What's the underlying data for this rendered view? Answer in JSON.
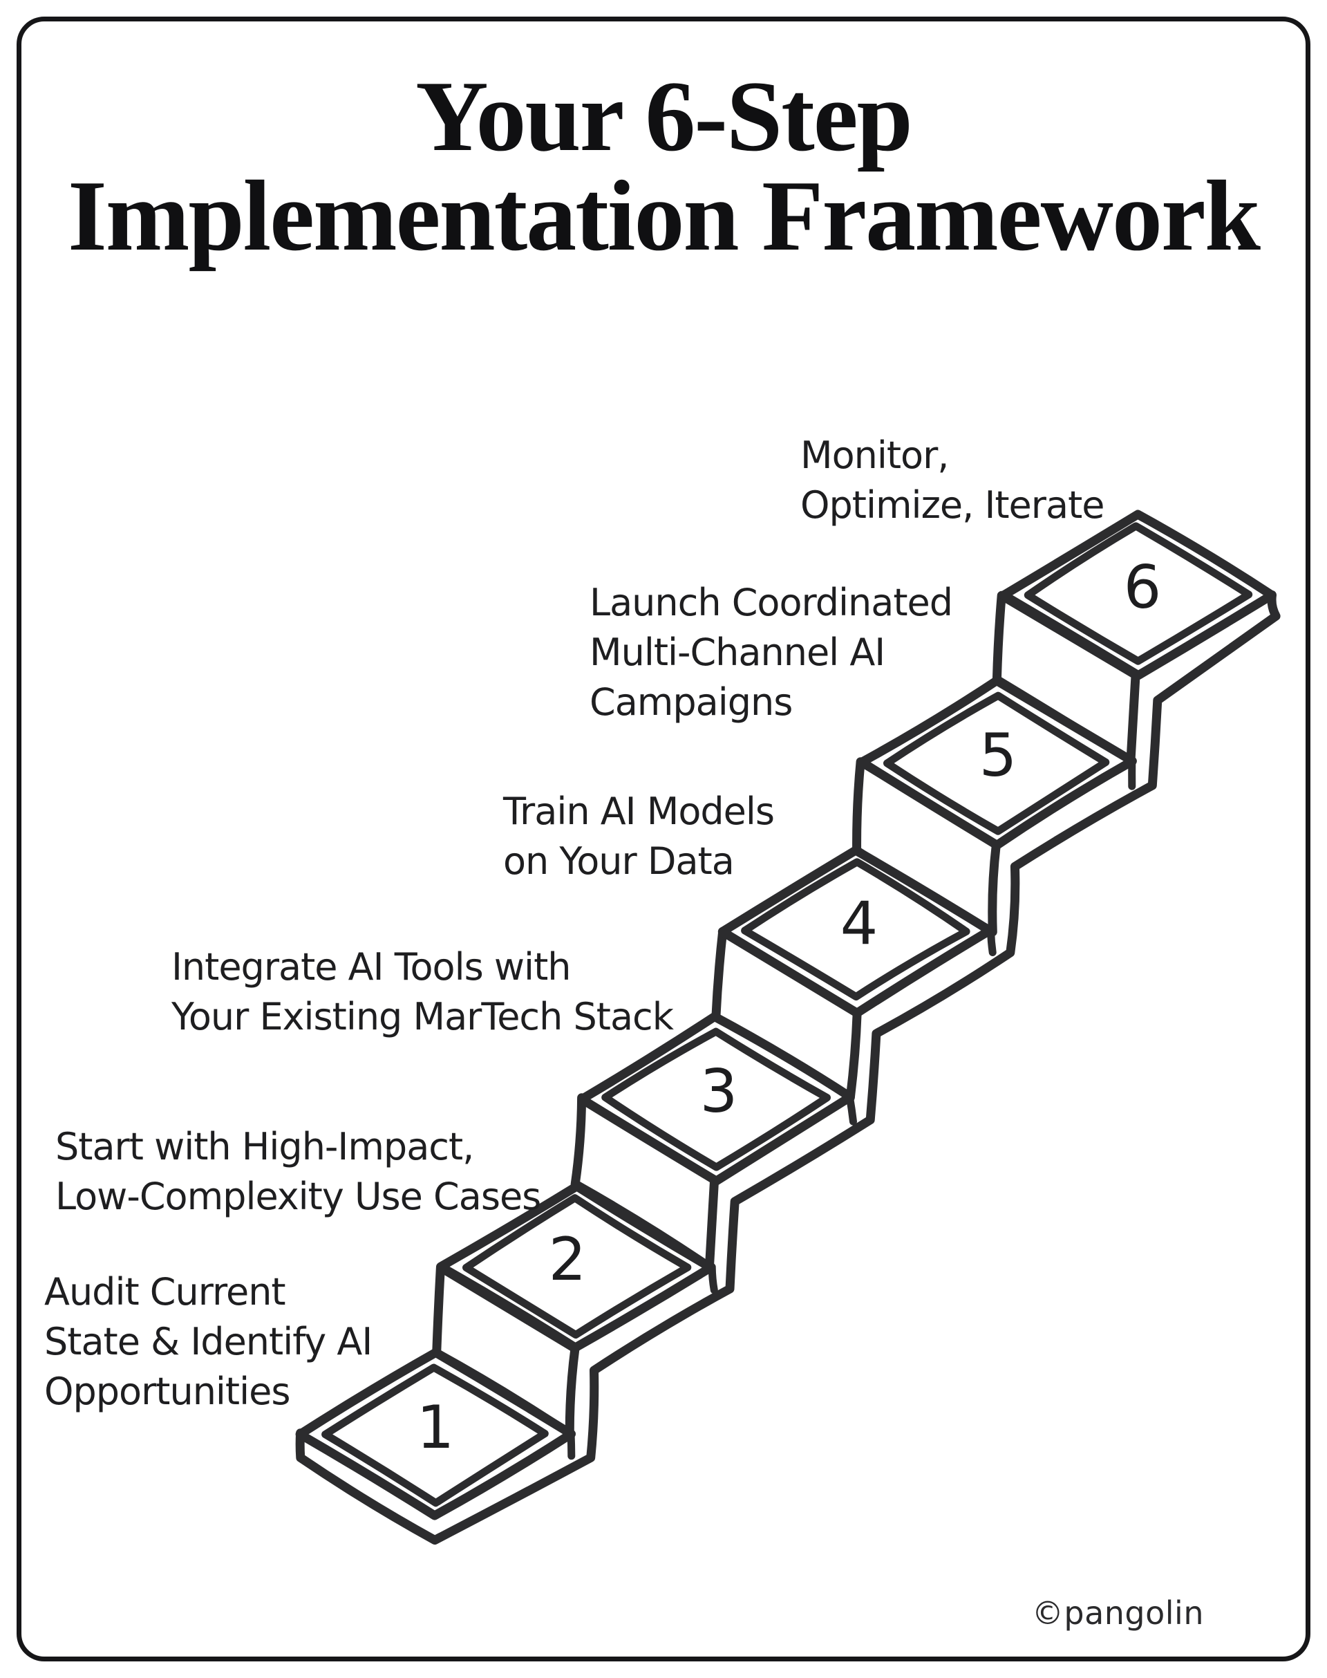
{
  "title": {
    "line1": "Your 6-Step",
    "line2": "Implementation Framework"
  },
  "steps": [
    {
      "number": "1",
      "label_lines": [
        "Audit Current",
        "State & Identify AI",
        "Opportunities"
      ]
    },
    {
      "number": "2",
      "label_lines": [
        "Start with High-Impact,",
        "Low-Complexity Use Cases"
      ]
    },
    {
      "number": "3",
      "label_lines": [
        "Integrate AI Tools with",
        "Your Existing MarTech Stack"
      ]
    },
    {
      "number": "4",
      "label_lines": [
        "Train AI Models",
        "on Your Data"
      ]
    },
    {
      "number": "5",
      "label_lines": [
        "Launch Coordinated",
        "Multi-Channel AI",
        "Campaigns"
      ]
    },
    {
      "number": "6",
      "label_lines": [
        "Monitor,",
        "Optimize, Iterate"
      ]
    }
  ],
  "footer": {
    "credit": "©pangolin"
  },
  "colors": {
    "ink": "#2c2c2e",
    "paper": "#ffffff",
    "label_text": "#1e1e20"
  }
}
